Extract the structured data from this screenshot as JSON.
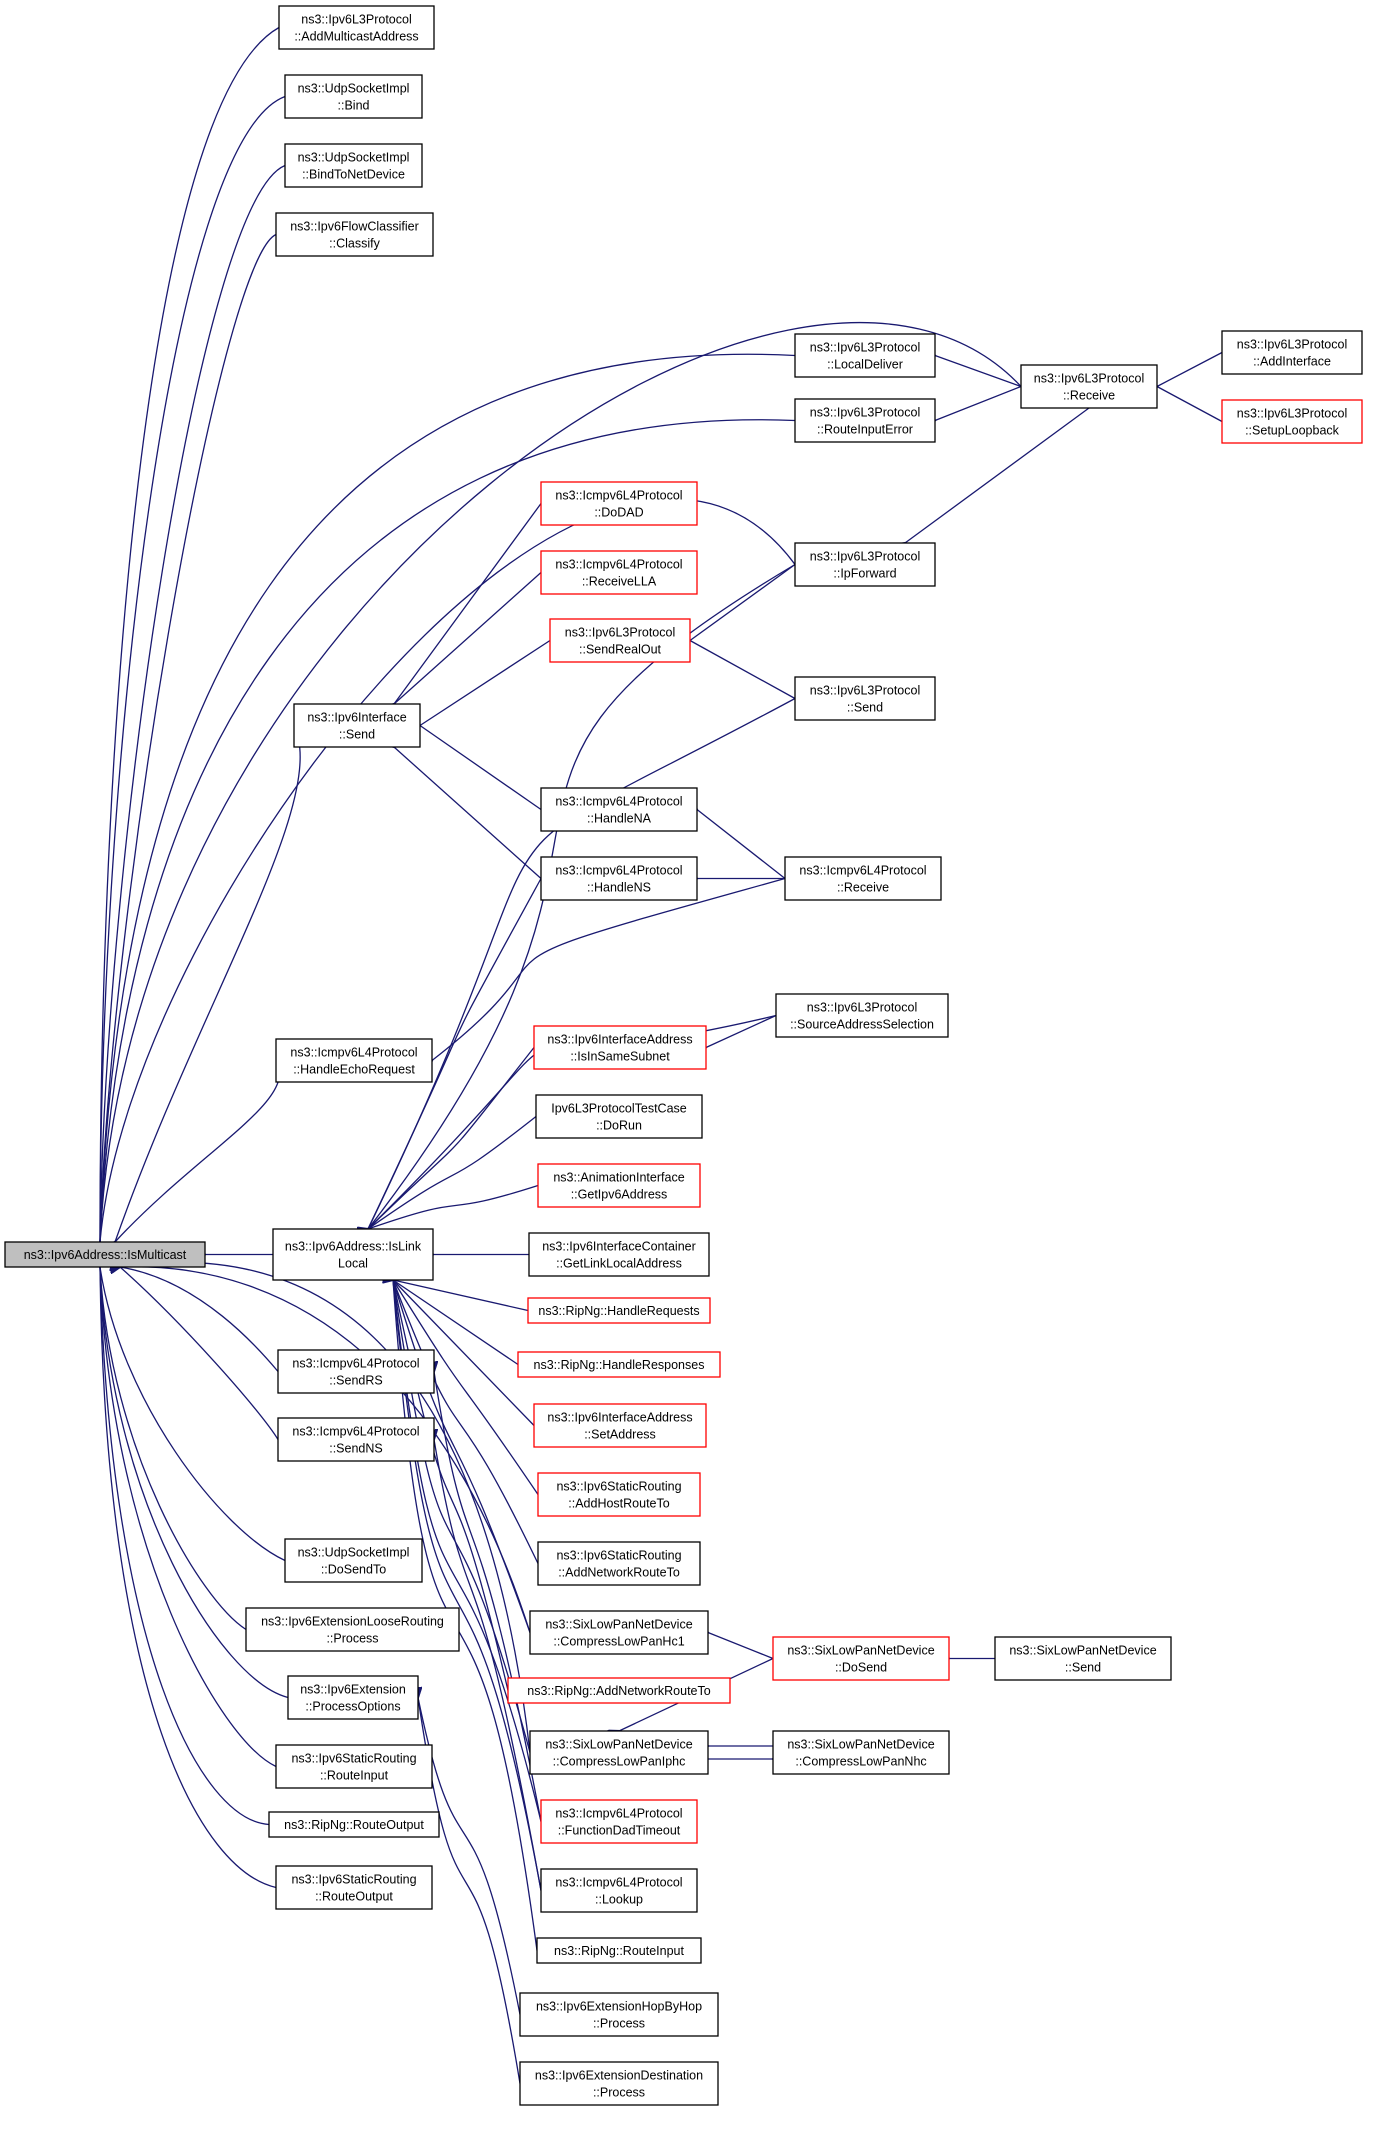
{
  "colors": {
    "edge": "#191970",
    "node_border": "#000000",
    "node_border_partial": "#ff0000",
    "root_fill": "#bfbfbf"
  },
  "nodes": {
    "root": {
      "lines": [
        "ns3::Ipv6Address::IsMulticast"
      ],
      "style": "root"
    },
    "l3_addmc": {
      "lines": [
        "ns3::Ipv6L3Protocol",
        "::AddMulticastAddress"
      ]
    },
    "udp_bind": {
      "lines": [
        "ns3::UdpSocketImpl",
        "::Bind"
      ]
    },
    "udp_bindnd": {
      "lines": [
        "ns3::UdpSocketImpl",
        "::BindToNetDevice"
      ]
    },
    "flowcls": {
      "lines": [
        "ns3::Ipv6FlowClassifier",
        "::Classify"
      ]
    },
    "l3_localdeliver": {
      "lines": [
        "ns3::Ipv6L3Protocol",
        "::LocalDeliver"
      ]
    },
    "l3_receive": {
      "lines": [
        "ns3::Ipv6L3Protocol",
        "::Receive"
      ]
    },
    "l3_addiface": {
      "lines": [
        "ns3::Ipv6L3Protocol",
        "::AddInterface"
      ]
    },
    "l3_routeinerr": {
      "lines": [
        "ns3::Ipv6L3Protocol",
        "::RouteInputError"
      ]
    },
    "l3_setuploop": {
      "lines": [
        "ns3::Ipv6L3Protocol",
        "::SetupLoopback"
      ],
      "style": "red"
    },
    "icmp_dodad": {
      "lines": [
        "ns3::Icmpv6L4Protocol",
        "::DoDAD"
      ],
      "style": "red"
    },
    "l3_ipforward": {
      "lines": [
        "ns3::Ipv6L3Protocol",
        "::IpForward"
      ]
    },
    "icmp_recvlla": {
      "lines": [
        "ns3::Icmpv6L4Protocol",
        "::ReceiveLLA"
      ],
      "style": "red"
    },
    "l3_sendrealout": {
      "lines": [
        "ns3::Ipv6L3Protocol",
        "::SendRealOut"
      ],
      "style": "red"
    },
    "iface_send": {
      "lines": [
        "ns3::Ipv6Interface",
        "::Send"
      ]
    },
    "l3_send": {
      "lines": [
        "ns3::Ipv6L3Protocol",
        "::Send"
      ]
    },
    "icmp_handlena": {
      "lines": [
        "ns3::Icmpv6L4Protocol",
        "::HandleNA"
      ]
    },
    "icmp_handlens": {
      "lines": [
        "ns3::Icmpv6L4Protocol",
        "::HandleNS"
      ]
    },
    "icmp_receive": {
      "lines": [
        "ns3::Icmpv6L4Protocol",
        "::Receive"
      ]
    },
    "l3_srcaddrsel": {
      "lines": [
        "ns3::Ipv6L3Protocol",
        "::SourceAddressSelection"
      ]
    },
    "icmp_echo": {
      "lines": [
        "ns3::Icmpv6L4Protocol",
        "::HandleEchoRequest"
      ]
    },
    "ifaddr_samesub": {
      "lines": [
        "ns3::Ipv6InterfaceAddress",
        "::IsInSameSubnet"
      ],
      "style": "red"
    },
    "l3test_dorun": {
      "lines": [
        "Ipv6L3ProtocolTestCase",
        "::DoRun"
      ]
    },
    "anim_getaddr": {
      "lines": [
        "ns3::AnimationInterface",
        "::GetIpv6Address"
      ],
      "style": "red"
    },
    "islinklocal": {
      "lines": [
        "ns3::Ipv6Address::IsLink",
        "Local"
      ]
    },
    "ifcont_getll": {
      "lines": [
        "ns3::Ipv6InterfaceContainer",
        "::GetLinkLocalAddress"
      ]
    },
    "ripng_handlereq": {
      "lines": [
        "ns3::RipNg::HandleRequests"
      ],
      "style": "red"
    },
    "ripng_handleresp": {
      "lines": [
        "ns3::RipNg::HandleResponses"
      ],
      "style": "red"
    },
    "icmp_sendrs": {
      "lines": [
        "ns3::Icmpv6L4Protocol",
        "::SendRS"
      ]
    },
    "ifaddr_setaddr": {
      "lines": [
        "ns3::Ipv6InterfaceAddress",
        "::SetAddress"
      ],
      "style": "red"
    },
    "icmp_sendns": {
      "lines": [
        "ns3::Icmpv6L4Protocol",
        "::SendNS"
      ]
    },
    "static_addhost": {
      "lines": [
        "ns3::Ipv6StaticRouting",
        "::AddHostRouteTo"
      ],
      "style": "red"
    },
    "udp_dosendto": {
      "lines": [
        "ns3::UdpSocketImpl",
        "::DoSendTo"
      ]
    },
    "static_addnet": {
      "lines": [
        "ns3::Ipv6StaticRouting",
        "::AddNetworkRouteTo"
      ]
    },
    "ext_loose": {
      "lines": [
        "ns3::Ipv6ExtensionLooseRouting",
        "::Process"
      ]
    },
    "sixlow_hc1": {
      "lines": [
        "ns3::SixLowPanNetDevice",
        "::CompressLowPanHc1"
      ]
    },
    "sixlow_dosend": {
      "lines": [
        "ns3::SixLowPanNetDevice",
        "::DoSend"
      ],
      "style": "red"
    },
    "sixlow_send": {
      "lines": [
        "ns3::SixLowPanNetDevice",
        "::Send"
      ]
    },
    "ext_procopt": {
      "lines": [
        "ns3::Ipv6Extension",
        "::ProcessOptions"
      ]
    },
    "ripng_addnet": {
      "lines": [
        "ns3::RipNg::AddNetworkRouteTo"
      ],
      "style": "red"
    },
    "sixlow_iphc": {
      "lines": [
        "ns3::SixLowPanNetDevice",
        "::CompressLowPanIphc"
      ]
    },
    "sixlow_nhc": {
      "lines": [
        "ns3::SixLowPanNetDevice",
        "::CompressLowPanNhc"
      ]
    },
    "static_routein": {
      "lines": [
        "ns3::Ipv6StaticRouting",
        "::RouteInput"
      ]
    },
    "icmp_dadtimeout": {
      "lines": [
        "ns3::Icmpv6L4Protocol",
        "::FunctionDadTimeout"
      ],
      "style": "red"
    },
    "ripng_routeout": {
      "lines": [
        "ns3::RipNg::RouteOutput"
      ]
    },
    "static_routeout": {
      "lines": [
        "ns3::Ipv6StaticRouting",
        "::RouteOutput"
      ]
    },
    "icmp_lookup": {
      "lines": [
        "ns3::Icmpv6L4Protocol",
        "::Lookup"
      ]
    },
    "ripng_routein": {
      "lines": [
        "ns3::RipNg::RouteInput"
      ]
    },
    "ext_hopbyhop": {
      "lines": [
        "ns3::Ipv6ExtensionHopByHop",
        "::Process"
      ]
    },
    "ext_dest": {
      "lines": [
        "ns3::Ipv6ExtensionDestination",
        "::Process"
      ]
    }
  },
  "edges": [
    [
      "l3_addmc",
      "root"
    ],
    [
      "udp_bind",
      "root"
    ],
    [
      "udp_bindnd",
      "root"
    ],
    [
      "flowcls",
      "root"
    ],
    [
      "l3_receive",
      "root"
    ],
    [
      "l3_localdeliver",
      "root"
    ],
    [
      "l3_routeinerr",
      "root"
    ],
    [
      "l3_ipforward",
      "root"
    ],
    [
      "iface_send",
      "root"
    ],
    [
      "icmp_echo",
      "root"
    ],
    [
      "islinklocal",
      "root"
    ],
    [
      "icmp_sendrs",
      "root"
    ],
    [
      "icmp_sendns",
      "root"
    ],
    [
      "sixlow_iphc",
      "root"
    ],
    [
      "udp_dosendto",
      "root"
    ],
    [
      "ext_loose",
      "root"
    ],
    [
      "ext_procopt",
      "root"
    ],
    [
      "static_routein",
      "root"
    ],
    [
      "ripng_routeout",
      "root"
    ],
    [
      "static_routeout",
      "root"
    ],
    [
      "sixlow_hc1",
      "root"
    ],
    [
      "l3_receive",
      "l3_localdeliver"
    ],
    [
      "l3_receive",
      "l3_routeinerr"
    ],
    [
      "l3_receive",
      "l3_ipforward"
    ],
    [
      "l3_addiface",
      "l3_receive"
    ],
    [
      "l3_setuploop",
      "l3_receive"
    ],
    [
      "icmp_dodad",
      "iface_send"
    ],
    [
      "icmp_recvlla",
      "iface_send"
    ],
    [
      "l3_sendrealout",
      "iface_send"
    ],
    [
      "icmp_handlena",
      "iface_send"
    ],
    [
      "icmp_handlens",
      "iface_send"
    ],
    [
      "l3_ipforward",
      "l3_sendrealout"
    ],
    [
      "l3_send",
      "l3_sendrealout"
    ],
    [
      "icmp_receive",
      "icmp_handlena"
    ],
    [
      "icmp_receive",
      "icmp_handlens"
    ],
    [
      "icmp_receive",
      "icmp_echo"
    ],
    [
      "l3_srcaddrsel",
      "ifaddr_samesub"
    ],
    [
      "l3_ipforward",
      "islinklocal"
    ],
    [
      "l3_send",
      "islinklocal"
    ],
    [
      "icmp_handlens",
      "islinklocal"
    ],
    [
      "l3_srcaddrsel",
      "islinklocal"
    ],
    [
      "ifaddr_samesub",
      "islinklocal"
    ],
    [
      "l3test_dorun",
      "islinklocal"
    ],
    [
      "anim_getaddr",
      "islinklocal"
    ],
    [
      "ifcont_getll",
      "islinklocal"
    ],
    [
      "ripng_handlereq",
      "islinklocal"
    ],
    [
      "ripng_handleresp",
      "islinklocal"
    ],
    [
      "ifaddr_setaddr",
      "islinklocal"
    ],
    [
      "static_addhost",
      "islinklocal"
    ],
    [
      "static_addnet",
      "islinklocal"
    ],
    [
      "sixlow_hc1",
      "islinklocal"
    ],
    [
      "ripng_addnet",
      "islinklocal"
    ],
    [
      "sixlow_iphc",
      "islinklocal"
    ],
    [
      "icmp_dadtimeout",
      "islinklocal"
    ],
    [
      "icmp_lookup",
      "islinklocal"
    ],
    [
      "ripng_routein",
      "islinklocal"
    ],
    [
      "icmp_dadtimeout",
      "icmp_sendrs"
    ],
    [
      "icmp_lookup",
      "icmp_sendns"
    ],
    [
      "ext_hopbyhop",
      "ext_procopt"
    ],
    [
      "ext_dest",
      "ext_procopt"
    ],
    [
      "sixlow_dosend",
      "sixlow_hc1"
    ],
    [
      "sixlow_dosend",
      "sixlow_iphc"
    ],
    [
      "sixlow_nhc",
      "sixlow_iphc"
    ],
    [
      "sixlow_iphc",
      "sixlow_nhc"
    ],
    [
      "sixlow_send",
      "sixlow_dosend"
    ]
  ]
}
